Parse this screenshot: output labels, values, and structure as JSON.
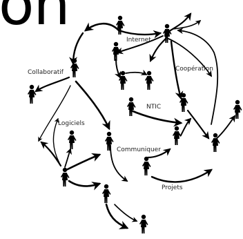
{
  "title_fragment": "on",
  "labels": {
    "internet": "Internet",
    "collaboratif": "Collaboratif",
    "cooperation": "Coopération",
    "ntic": "NTIC",
    "logiciels": "Logiciels",
    "communiquer": "Communiquer",
    "projets": "Projets"
  },
  "colors": {
    "ink": "#000000",
    "text": "#222222",
    "background": "#ffffff"
  }
}
